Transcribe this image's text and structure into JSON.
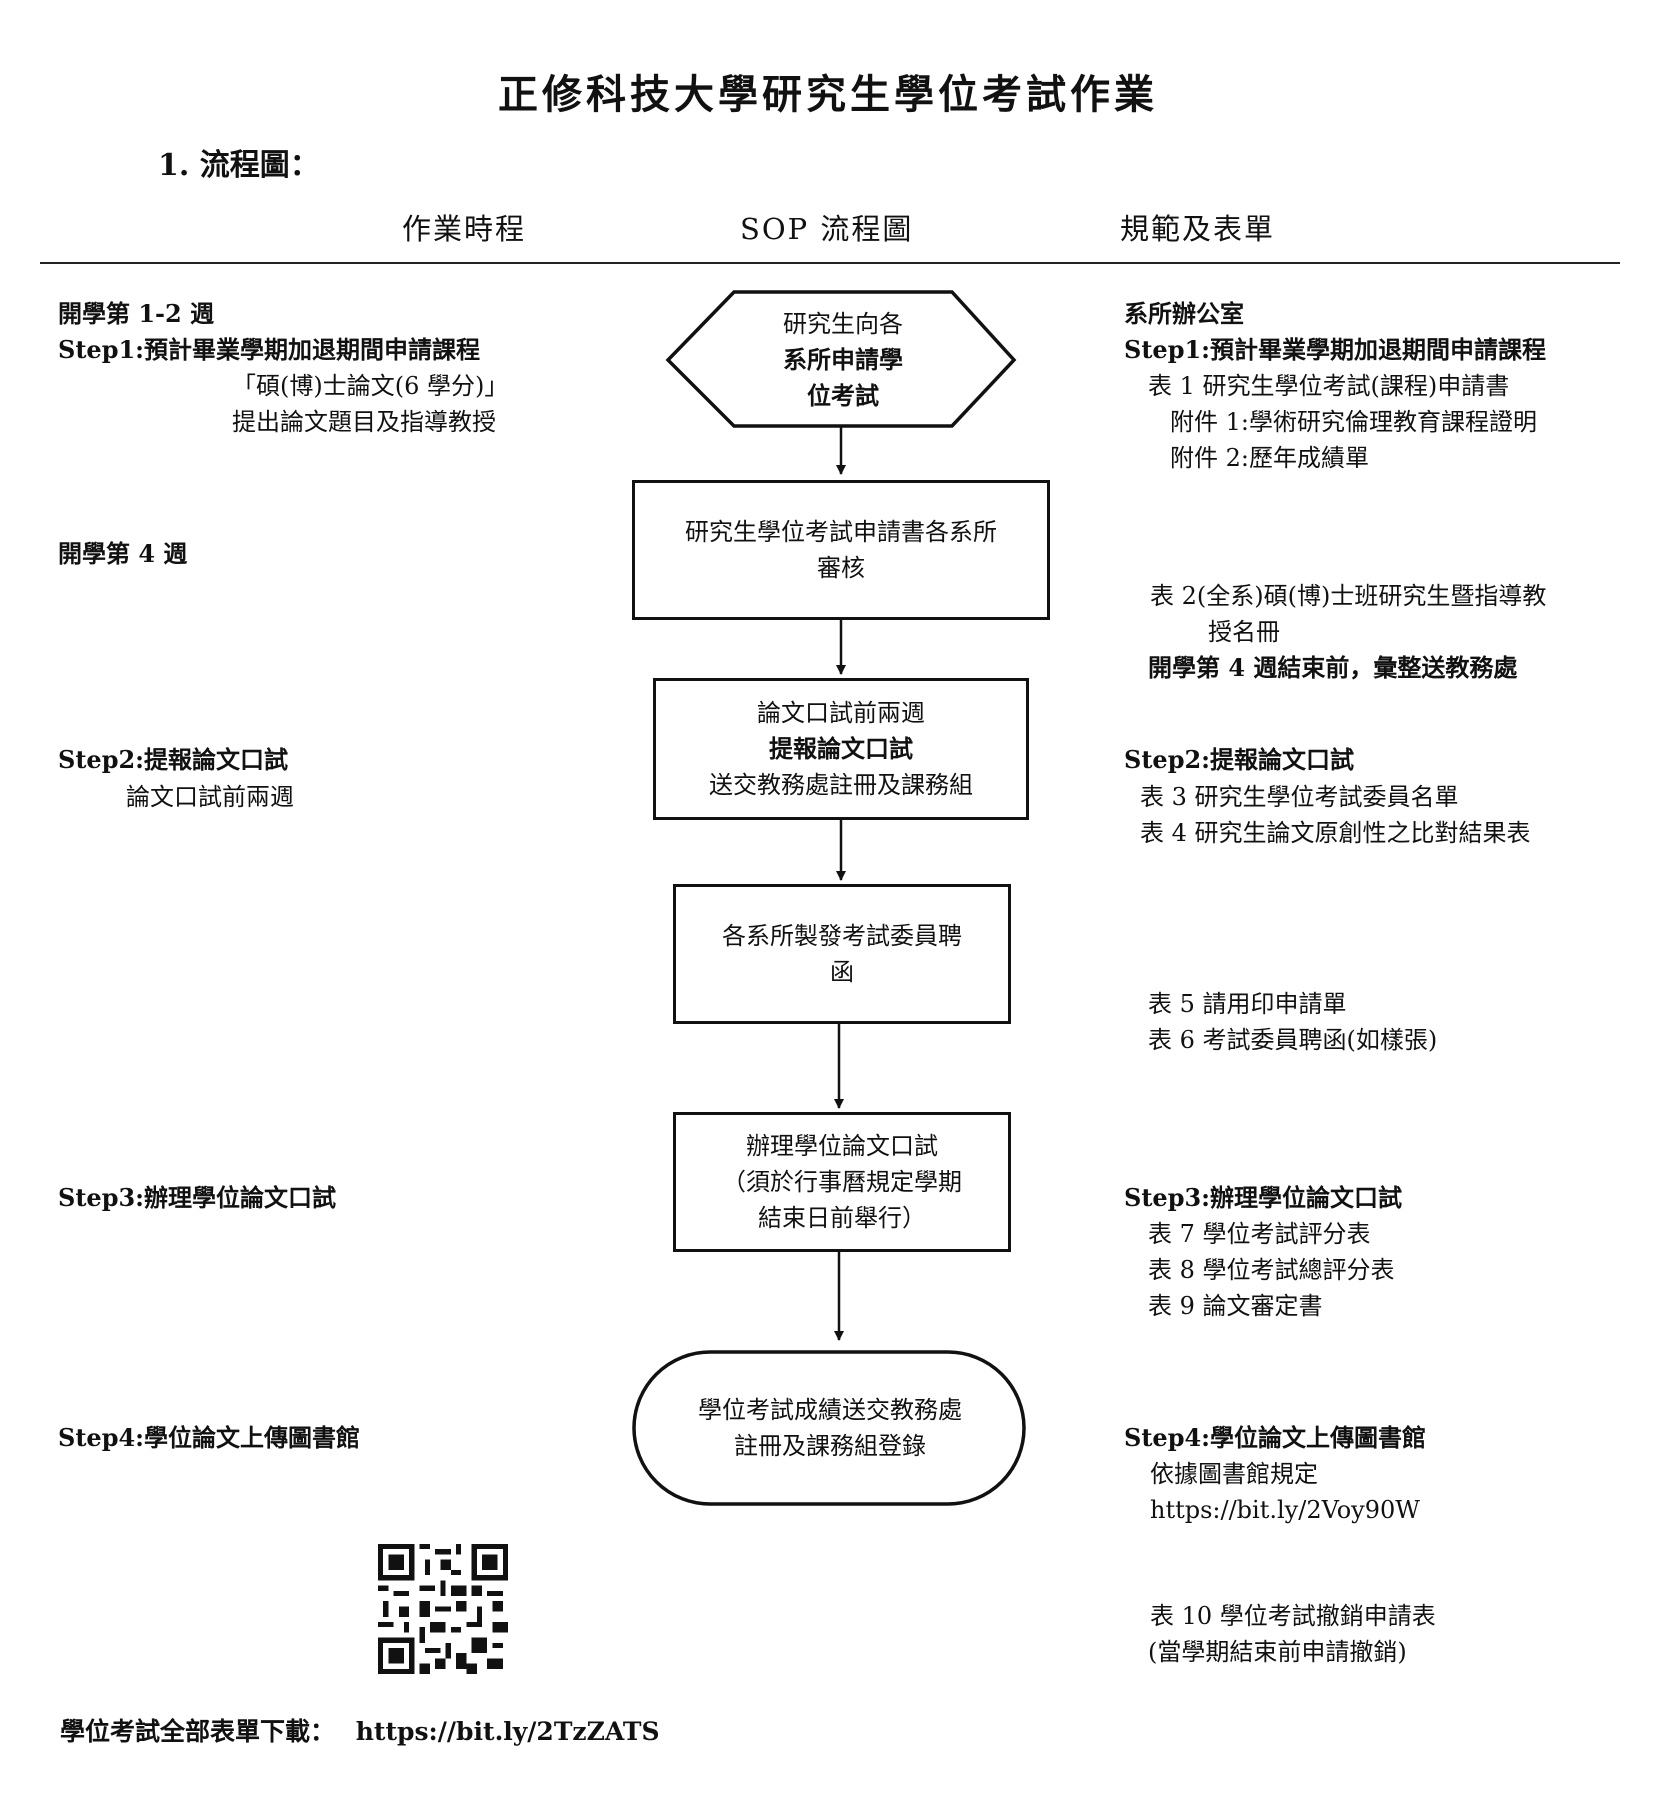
{
  "title": "正修科技大學研究生學位考試作業",
  "section": "1.  流程圖：",
  "columns": {
    "schedule": "作業時程",
    "sop": "SOP 流程圖",
    "forms": "規範及表單"
  },
  "left": {
    "week12": "開學第 1-2 週",
    "step1": "Step1:預計畢業學期加退期間申請課程",
    "course": "「碩(博)士論文(6 學分)」",
    "topic": "提出論文題目及指導教授",
    "week4": "開學第 4 週",
    "step2": "Step2:提報論文口試",
    "step2_sub": "論文口試前兩週",
    "step3": "Step3:辦理學位論文口試",
    "step4": "Step4:學位論文上傳圖書館"
  },
  "flow": {
    "node1": [
      "研究生向各",
      "系所申請學",
      "位考試"
    ],
    "node2": [
      "研究生學位考試申請書各系所",
      "審核"
    ],
    "node3": [
      "論文口試前兩週",
      "提報論文口試",
      "送交教務處註冊及課務組"
    ],
    "node4": [
      "各系所製發考試委員聘",
      "函"
    ],
    "node5": [
      "辦理學位論文口試",
      "（須於行事曆規定學期",
      "結束日前舉行）"
    ],
    "node6": [
      "學位考試成績送交教務處",
      "註冊及課務組登錄"
    ]
  },
  "right": {
    "office": "系所辦公室",
    "step1": "Step1:預計畢業學期加退期間申請課程",
    "form1": "表 1 研究生學位考試(課程)申請書",
    "att1": "附件 1:學術研究倫理教育課程證明",
    "att2": "附件 2:歷年成績單",
    "form2a": "表 2(全系)碩(博)士班研究生暨指導教",
    "form2b": "授名冊",
    "deadline": "開學第 4 週結束前，彙整送教務處",
    "step2": "Step2:提報論文口試",
    "form3": "表 3 研究生學位考試委員名單",
    "form4": "表 4 研究生論文原創性之比對結果表",
    "form5": "表 5 請用印申請單",
    "form6": "表 6 考試委員聘函(如樣張)",
    "step3": "Step3:辦理學位論文口試",
    "form7": "表 7 學位考試評分表",
    "form8": "表 8 學位考試總評分表",
    "form9": "表 9 論文審定書",
    "step4": "Step4:學位論文上傳圖書館",
    "library_rule": "依據圖書館規定",
    "library_url": "https://bit.ly/2Voy90W",
    "form10": "表 10 學位考試撤銷申請表",
    "form10_note": "(當學期結束前申請撤銷)"
  },
  "footer": {
    "label": "學位考試全部表單下載：",
    "url": "https://bit.ly/2TzZATS"
  }
}
